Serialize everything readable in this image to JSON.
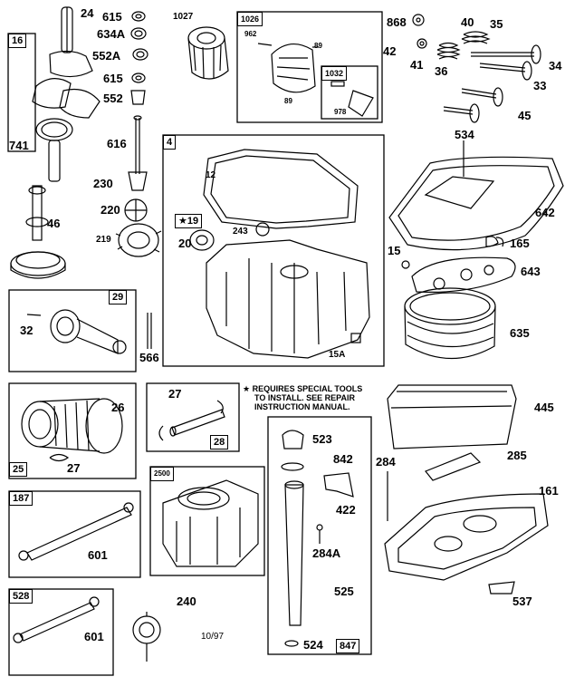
{
  "parts": {
    "p24": "24",
    "p615a": "615",
    "p634a": "634A",
    "p552a": "552A",
    "p615b": "615",
    "p552": "552",
    "p616": "616",
    "p230": "230",
    "p220": "220",
    "p219": "219",
    "p46": "46",
    "p741": "741",
    "p1027": "1027",
    "p962": "962",
    "p89a": "89",
    "p89b": "89",
    "p978": "978",
    "p868": "868",
    "p42": "42",
    "p41": "41",
    "p40": "40",
    "p35": "35",
    "p36": "36",
    "p34": "34",
    "p33": "33",
    "p45": "45",
    "p534": "534",
    "p642": "642",
    "p12": "12",
    "p243": "243",
    "p20": "20",
    "p15": "15",
    "p165": "165",
    "p643": "643",
    "p15a": "15A",
    "p635": "635",
    "p32": "32",
    "p566": "566",
    "p26": "26",
    "p27a": "27",
    "p27b": "27",
    "p445": "445",
    "p523": "523",
    "p842": "842",
    "p422": "422",
    "p284": "284",
    "p284a": "284A",
    "p285": "285",
    "p161": "161",
    "p537": "537",
    "p525": "525",
    "p524": "524",
    "p601a": "601",
    "p601b": "601",
    "p240": "240"
  },
  "boxes": {
    "b16": "16",
    "b1026": "1026",
    "b1032": "1032",
    "b4": "4",
    "b19": "★19",
    "b29": "29",
    "b25": "25",
    "b28": "28",
    "b2500": "2500",
    "b187": "187",
    "b528": "528",
    "b847": "847"
  },
  "note": {
    "line1": "★ REQUIRES SPECIAL TOOLS",
    "line2": "TO INSTALL. SEE REPAIR",
    "line3": "INSTRUCTION MANUAL."
  },
  "date_code": "10/97"
}
